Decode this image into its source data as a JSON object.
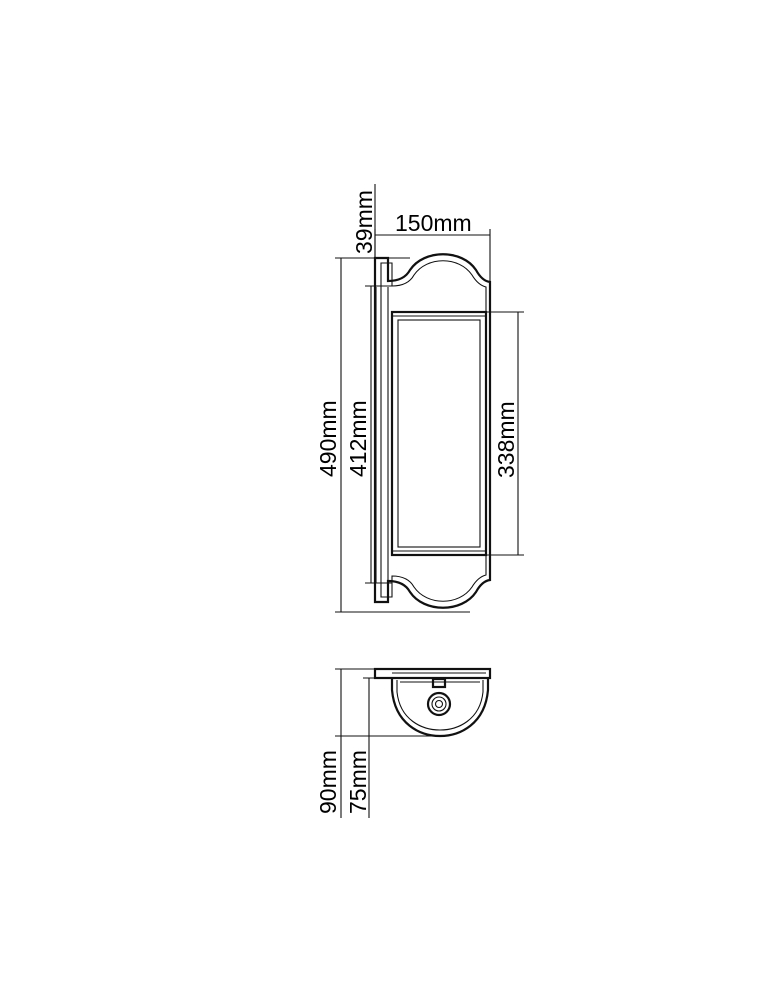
{
  "dimensions": {
    "width": "150mm",
    "top_offset": "39mm",
    "overall_height": "490mm",
    "backplate_height": "412mm",
    "glass_height": "338mm",
    "overall_depth": "90mm",
    "body_depth": "75mm"
  },
  "colors": {
    "line": "#111111",
    "background": "#ffffff"
  }
}
